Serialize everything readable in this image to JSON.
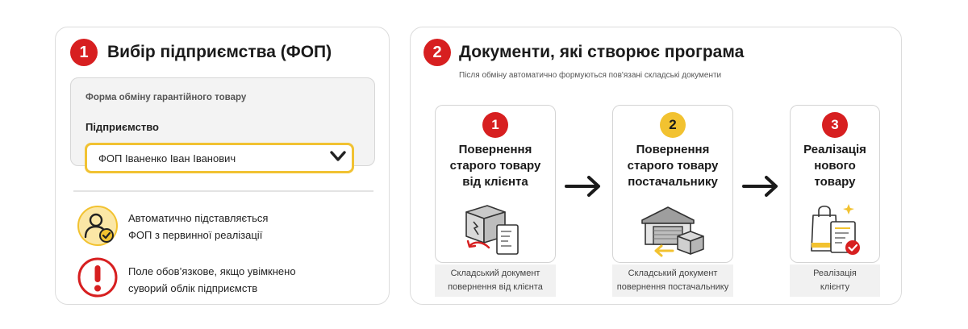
{
  "left": {
    "step": "1",
    "title": "Вибір підприємства (ФОП)",
    "form_caption": "Форма обміну гарантійного товару",
    "field_label": "Підприємство",
    "field_value": "ФОП Іваненко Іван Іванович",
    "info": [
      {
        "icon": "user-check-icon",
        "line1": "Автоматично підставляється",
        "line2": "ФОП з первинної реалізації"
      },
      {
        "icon": "exclamation-icon",
        "line1": "Поле обов’язкове, якщо увімкнено",
        "line2": "суворий облік підприємств"
      }
    ]
  },
  "right": {
    "step": "2",
    "title": "Документи, які створює програма",
    "subtitle": "Після обміну автоматично формуються пов'язані складські документи",
    "cards": [
      {
        "num": "1",
        "badge_color": "#d71f20",
        "title": [
          "Повернення",
          "старого товару",
          "від клієнта"
        ],
        "caption": [
          "Складський документ",
          "повернення від клієнта"
        ],
        "icon": "box-return-receipt-icon"
      },
      {
        "num": "2",
        "badge_color": "#f2c230",
        "title": [
          "Повернення",
          "старого товару",
          "постачальнику"
        ],
        "caption": [
          "Складський документ",
          "повернення постачальнику"
        ],
        "icon": "warehouse-box-icon"
      },
      {
        "num": "3",
        "badge_color": "#d71f20",
        "title": [
          "Реалізація",
          "нового",
          "товару"
        ],
        "caption": [
          "Реалізація",
          "клієнту"
        ],
        "icon": "shopping-bag-invoice-icon"
      }
    ]
  },
  "colors": {
    "red": "#d71f20",
    "yellow": "#f2c230",
    "border": "#dcdcdc"
  }
}
